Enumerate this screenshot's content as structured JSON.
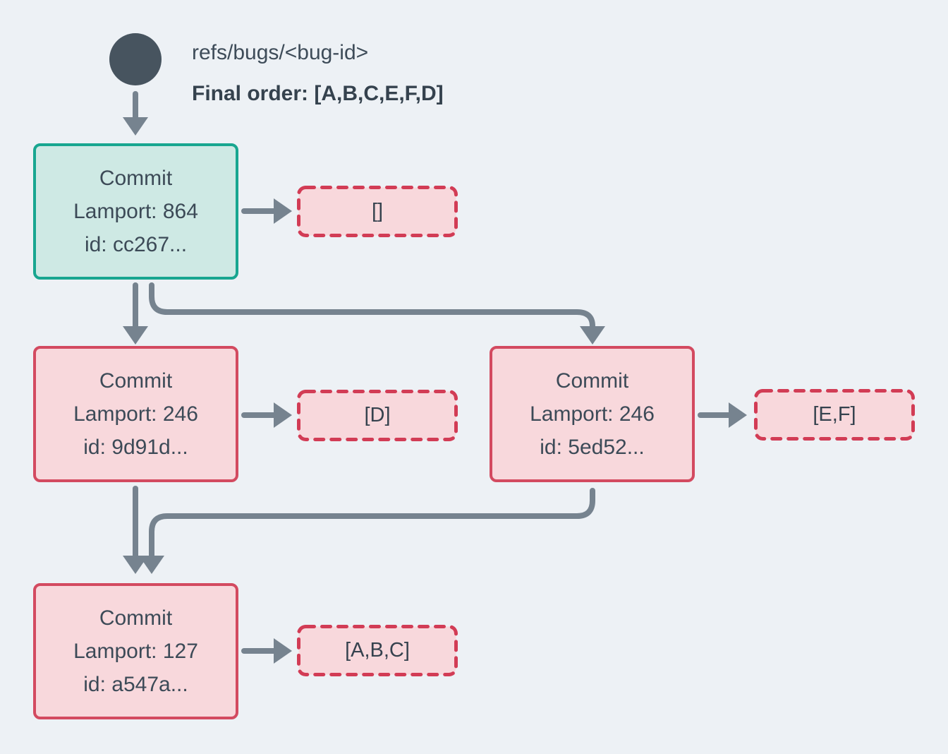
{
  "header": {
    "ref_label": "refs/bugs/<bug-id>",
    "final_order": "Final order: [A,B,C,E,F,D]"
  },
  "commits": {
    "root": {
      "title": "Commit",
      "lamport": "Lamport: 864",
      "id_line": "id: cc267...",
      "ops": "[]"
    },
    "left": {
      "title": "Commit",
      "lamport": "Lamport: 246",
      "id_line": "id: 9d91d...",
      "ops": "[D]"
    },
    "right": {
      "title": "Commit",
      "lamport": "Lamport: 246",
      "id_line": "id: 5ed52...",
      "ops": "[E,F]"
    },
    "final": {
      "title": "Commit",
      "lamport": "Lamport: 127",
      "id_line": "id: a547a...",
      "ops": "[A,B,C]"
    }
  },
  "colors": {
    "background": "#edf1f5",
    "arrow": "#76838f",
    "ref_node": "#47545f",
    "teal_border": "#18a690",
    "teal_fill": "#cee9e4",
    "pink_border": "#d34a60",
    "pink_fill": "#f8d8dc",
    "dashed_border": "#d23c55",
    "text": "#3c4a57"
  }
}
